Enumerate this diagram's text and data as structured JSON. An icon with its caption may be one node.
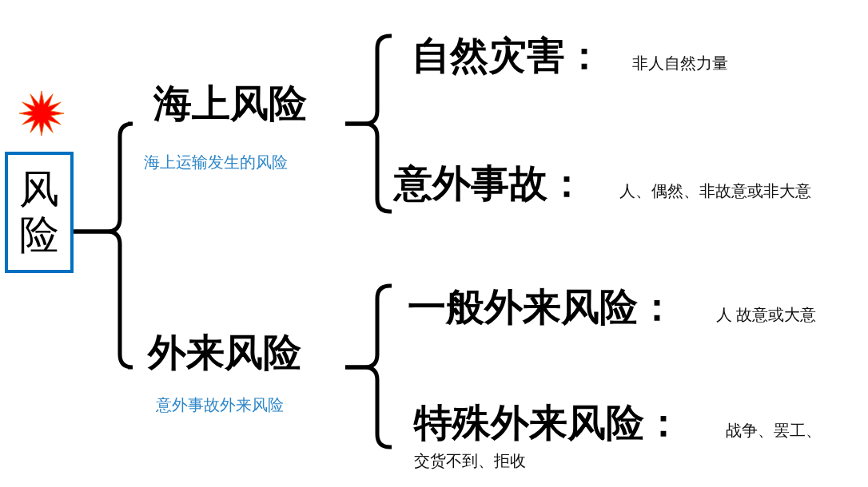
{
  "diagram": {
    "nodes": [
      {
        "text": [
          "风险"
        ]
      },
      {
        "text": [
          "海上风险"
        ],
        "beside": [
          "海上运输发生的风险"
        ]
      },
      {
        "text": [
          "外来风险"
        ],
        "beside": [
          "意外事故外来风险"
        ]
      },
      {
        "text": [
          "自然灾害："
        ],
        "beside": [
          "非人自然力量"
        ]
      },
      {
        "text": [
          "意外事故："
        ],
        "beside": [
          "人、偶然、非故意或非大意"
        ]
      },
      {
        "text": [
          "一般外来风险："
        ],
        "beside": [
          "人 故意或大意"
        ]
      },
      {
        "text": [
          "特殊外来风险："
        ],
        "beside": [
          "战争、罢工、交货不到、拒收"
        ]
      }
    ],
    "edges": [
      {
        "from": 0,
        "to": 1,
        "arrow": "none"
      },
      {
        "from": 0,
        "to": 2,
        "arrow": "none"
      },
      {
        "from": 1,
        "to": 3,
        "arrow": "none"
      },
      {
        "from": 1,
        "to": 4,
        "arrow": "none"
      },
      {
        "from": 2,
        "to": 5,
        "arrow": "none"
      },
      {
        "from": 2,
        "to": 6,
        "arrow": "none"
      }
    ]
  }
}
